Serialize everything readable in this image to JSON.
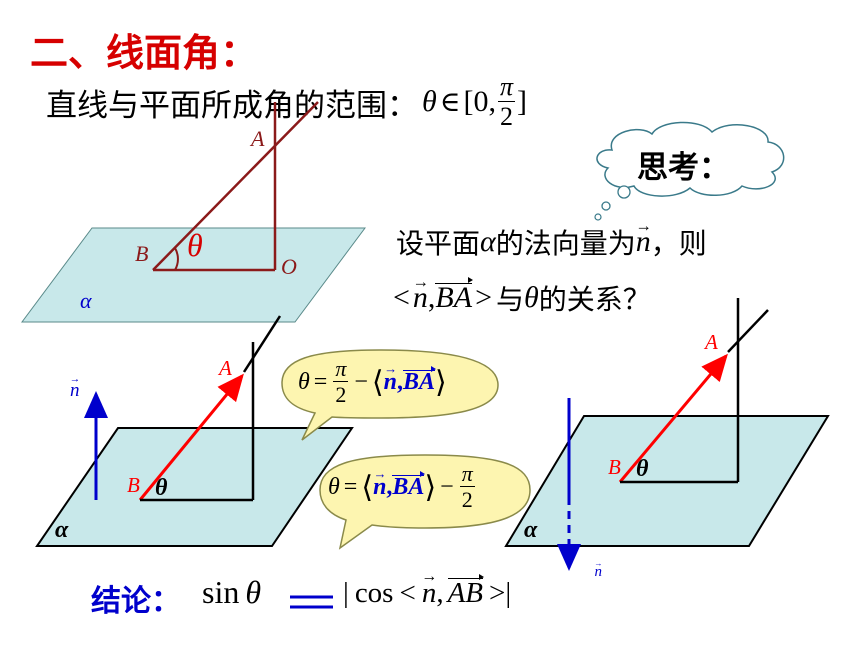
{
  "title": "二、线面角：",
  "range": {
    "prefix": "直线与平面所成角的范围：",
    "theta": "θ",
    "elem": "∈",
    "open": "[0,",
    "num": "π",
    "den": "2",
    "close": "]"
  },
  "thought_bubble": {
    "label": "思考："
  },
  "question": {
    "line1_a": "设平面",
    "alpha": "α",
    "line1_b": "的法向量为",
    "n": "n",
    "line1_c": "，则",
    "lt": "<",
    "comma": ",",
    "BA": "BA",
    "gt": ">",
    "line2_b": "与",
    "theta": "θ",
    "line2_c": "的关系？"
  },
  "top_figure": {
    "A": "A",
    "B": "B",
    "O": "O",
    "theta": "θ",
    "alpha": "α"
  },
  "left_figure": {
    "n": "n",
    "A": "A",
    "B": "B",
    "theta": "θ",
    "alpha": "α"
  },
  "right_figure": {
    "n": "n",
    "A": "A",
    "B": "B",
    "theta": "θ",
    "alpha": "α"
  },
  "bubble1": {
    "theta": "θ",
    "eq": "=",
    "num": "π",
    "den": "2",
    "minus": "−",
    "n": "n",
    "comma": ",",
    "BA": "BA"
  },
  "bubble2": {
    "theta": "θ",
    "eq": "=",
    "n": "n",
    "comma": ",",
    "BA": "BA",
    "minus": "−",
    "num": "π",
    "den": "2"
  },
  "conclusion": {
    "label": "结论：",
    "sin": "sin",
    "theta": "θ",
    "eq": "=",
    "abs_open": "|",
    "cos": "cos",
    "lt": "<",
    "n": "n",
    "comma": ",",
    "AB": "AB",
    "gt": ">",
    "abs_close": "|"
  },
  "colors": {
    "title": "#d60000",
    "plane": "#c8e8ea",
    "bubble": "#fdf5b0",
    "vector": "#ff0000",
    "normal": "#0000cc",
    "dark_red": "#8b1a1a"
  }
}
